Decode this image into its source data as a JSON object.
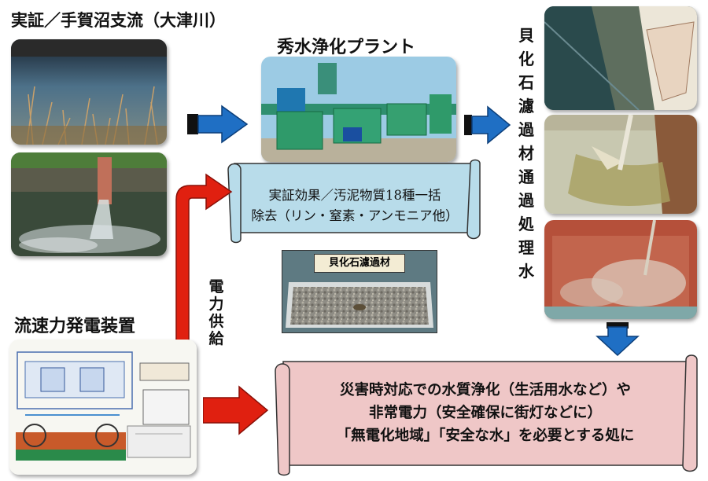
{
  "labels": {
    "site": "実証／手賀沼支流（大津川）",
    "plant": "秀水浄化プラント",
    "generator": "流速力発電装置",
    "filter_material": "貝化石濾過材"
  },
  "vertical": {
    "power_supply": [
      "電",
      "力",
      "供",
      "給"
    ],
    "filtration": [
      "貝",
      "化",
      "石",
      "濾",
      "過",
      "材",
      "通",
      "過",
      "処",
      "理",
      "水"
    ]
  },
  "effect_scroll": {
    "line1": "実証効果／汚泥物質18種一括",
    "line2": "除去（リン・窒素・アンモニア他）"
  },
  "purpose_scroll": {
    "line1": "災害時対応での水質浄化（生活用水など）や",
    "line2": "非常電力（安全確保に街灯などに）",
    "line3": "「無電化地域」「安全な水」を必要とする処に"
  },
  "colors": {
    "blue_arrow": "#1f6fc4",
    "red_arrow": "#e02010",
    "effect_scroll_fill": "#b8dcea",
    "purpose_scroll_fill": "#efc7c7"
  }
}
